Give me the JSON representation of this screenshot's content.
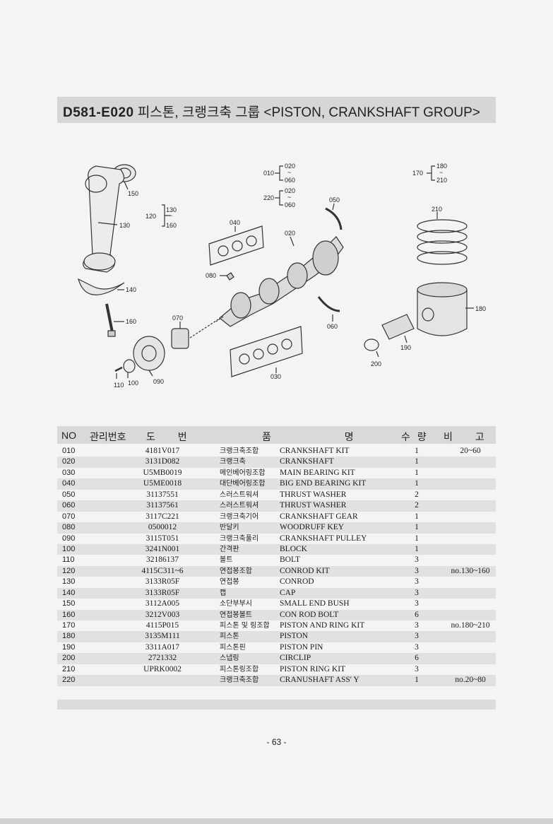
{
  "header": {
    "code": "D581-E020",
    "title_kr": "피스톤, 크랭크축 그룹",
    "title_en": "<PISTON, CRANKSHAFT GROUP>"
  },
  "diagram": {
    "labels": {
      "l150": "150",
      "l130": "130",
      "l120": "120",
      "l120a": "130",
      "l120b": "~",
      "l120c": "160",
      "l140": "140",
      "l160": "160",
      "l070": "070",
      "l110": "110",
      "l100": "100",
      "l090": "090",
      "l010": "010",
      "l010a": "020",
      "l010b": "~",
      "l010c": "060",
      "l220": "220",
      "l220a": "020",
      "l220b": "~",
      "l220c": "060",
      "l040": "040",
      "l020": "020",
      "l050": "050",
      "l080": "080",
      "l060": "060",
      "l030": "030",
      "l170": "170",
      "l170a": "180",
      "l170b": "~",
      "l170c": "210",
      "l210": "210",
      "l180": "180",
      "l190": "190",
      "l200": "200"
    }
  },
  "table": {
    "headers": {
      "no": "NO",
      "mgmt": "관리번호",
      "drawing": "도 번",
      "name": "품 명",
      "qty": "수 량",
      "remarks": "비 고"
    },
    "rows": [
      {
        "no": "010",
        "part": "4181V017",
        "kr": "크랭크축조합",
        "en": "CRANKSHAFT KIT",
        "qty": "1",
        "rem": "20~60"
      },
      {
        "no": "020",
        "part": "3131D082",
        "kr": "크랭크축",
        "en": "CRANKSHAFT",
        "qty": "1",
        "rem": ""
      },
      {
        "no": "030",
        "part": "U5MB0019",
        "kr": "메인베어링조합",
        "en": "MAIN BEARING KIT",
        "qty": "1",
        "rem": ""
      },
      {
        "no": "040",
        "part": "U5ME0018",
        "kr": "대단베어링조합",
        "en": "BIG END BEARING KIT",
        "qty": "1",
        "rem": ""
      },
      {
        "no": "050",
        "part": "31137551",
        "kr": "스러스트워셔",
        "en": "THRUST WASHER",
        "qty": "2",
        "rem": ""
      },
      {
        "no": "060",
        "part": "31137561",
        "kr": "스러스트워셔",
        "en": "THRUST WASHER",
        "qty": "2",
        "rem": ""
      },
      {
        "no": "070",
        "part": "3117C221",
        "kr": "크랭크축기어",
        "en": "CRANKSHAFT GEAR",
        "qty": "1",
        "rem": ""
      },
      {
        "no": "080",
        "part": "0500012",
        "kr": "반달키",
        "en": "WOODRUFF KEY",
        "qty": "1",
        "rem": ""
      },
      {
        "no": "090",
        "part": "3115T051",
        "kr": "크랭크축풀리",
        "en": "CRANKSHAFT PULLEY",
        "qty": "1",
        "rem": ""
      },
      {
        "no": "100",
        "part": "3241N001",
        "kr": "간격판",
        "en": "BLOCK",
        "qty": "1",
        "rem": ""
      },
      {
        "no": "110",
        "part": "32186137",
        "kr": "볼트",
        "en": "BOLT",
        "qty": "3",
        "rem": ""
      },
      {
        "no": "120",
        "part": "4115C311~6",
        "kr": "연접봉조합",
        "en": "CONROD KIT",
        "qty": "3",
        "rem": "no.130~160"
      },
      {
        "no": "130",
        "part": "3133R05F",
        "kr": "연접봉",
        "en": "CONROD",
        "qty": "3",
        "rem": ""
      },
      {
        "no": "140",
        "part": "3133R05F",
        "kr": "캡",
        "en": "CAP",
        "qty": "3",
        "rem": ""
      },
      {
        "no": "150",
        "part": "3112A005",
        "kr": "소단부부시",
        "en": "SMALL END BUSH",
        "qty": "3",
        "rem": ""
      },
      {
        "no": "160",
        "part": "3212V003",
        "kr": "연접봉볼트",
        "en": "CON ROD BOLT",
        "qty": "6",
        "rem": ""
      },
      {
        "no": "170",
        "part": "4115P015",
        "kr": "피스톤 및 링조합",
        "en": "PISTON AND RING KIT",
        "qty": "3",
        "rem": "no.180~210"
      },
      {
        "no": "180",
        "part": "3135M111",
        "kr": "피스톤",
        "en": "PISTON",
        "qty": "3",
        "rem": ""
      },
      {
        "no": "190",
        "part": "3311A017",
        "kr": "피스톤핀",
        "en": "PISTON PIN",
        "qty": "3",
        "rem": ""
      },
      {
        "no": "200",
        "part": "2721332",
        "kr": "스냅링",
        "en": "CIRCLIP",
        "qty": "6",
        "rem": ""
      },
      {
        "no": "210",
        "part": "UPRK0002",
        "kr": "피스톤링조합",
        "en": "PISTON RING KIT",
        "qty": "3",
        "rem": ""
      },
      {
        "no": "220",
        "part": "",
        "kr": "크랭크축조합",
        "en": "CRANUSHAFT ASS' Y",
        "qty": "1",
        "rem": "no.20~80"
      }
    ]
  },
  "footer": {
    "page_number": "- 63 -"
  }
}
